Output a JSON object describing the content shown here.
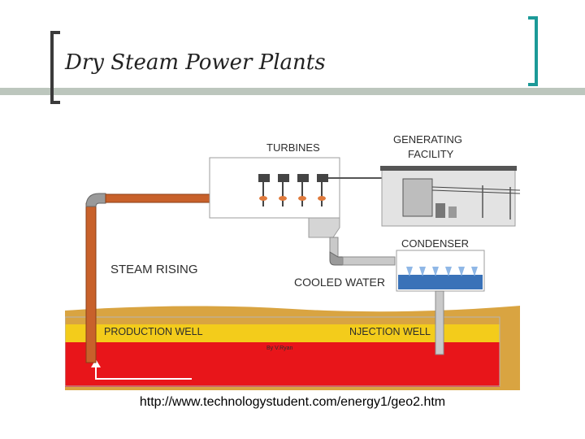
{
  "slide": {
    "title": "Dry Steam Power Plants",
    "caption": "http://www.technologystudent.com/energy1/geo2.htm"
  },
  "diagram": {
    "labels": {
      "turbines": "TURBINES",
      "generating_line1": "GENERATING",
      "generating_line2": "FACILITY",
      "condenser": "CONDENSER",
      "steam_rising": "STEAM RISING",
      "cooled_water": "COOLED WATER",
      "production_well": "PRODUCTION WELL",
      "injection_well": "NJECTION WELL",
      "credit": "By V.Ryan"
    },
    "colors": {
      "accent_left": "#3b3b3b",
      "accent_right": "#1c9a98",
      "steam_pipe": "#c8612b",
      "water_pipe": "#c9c9c9",
      "ground_top": "#d9a441",
      "ground_mid": "#f3cc1b",
      "ground_hot": "#e8151a",
      "water": "#3a72b8"
    }
  }
}
